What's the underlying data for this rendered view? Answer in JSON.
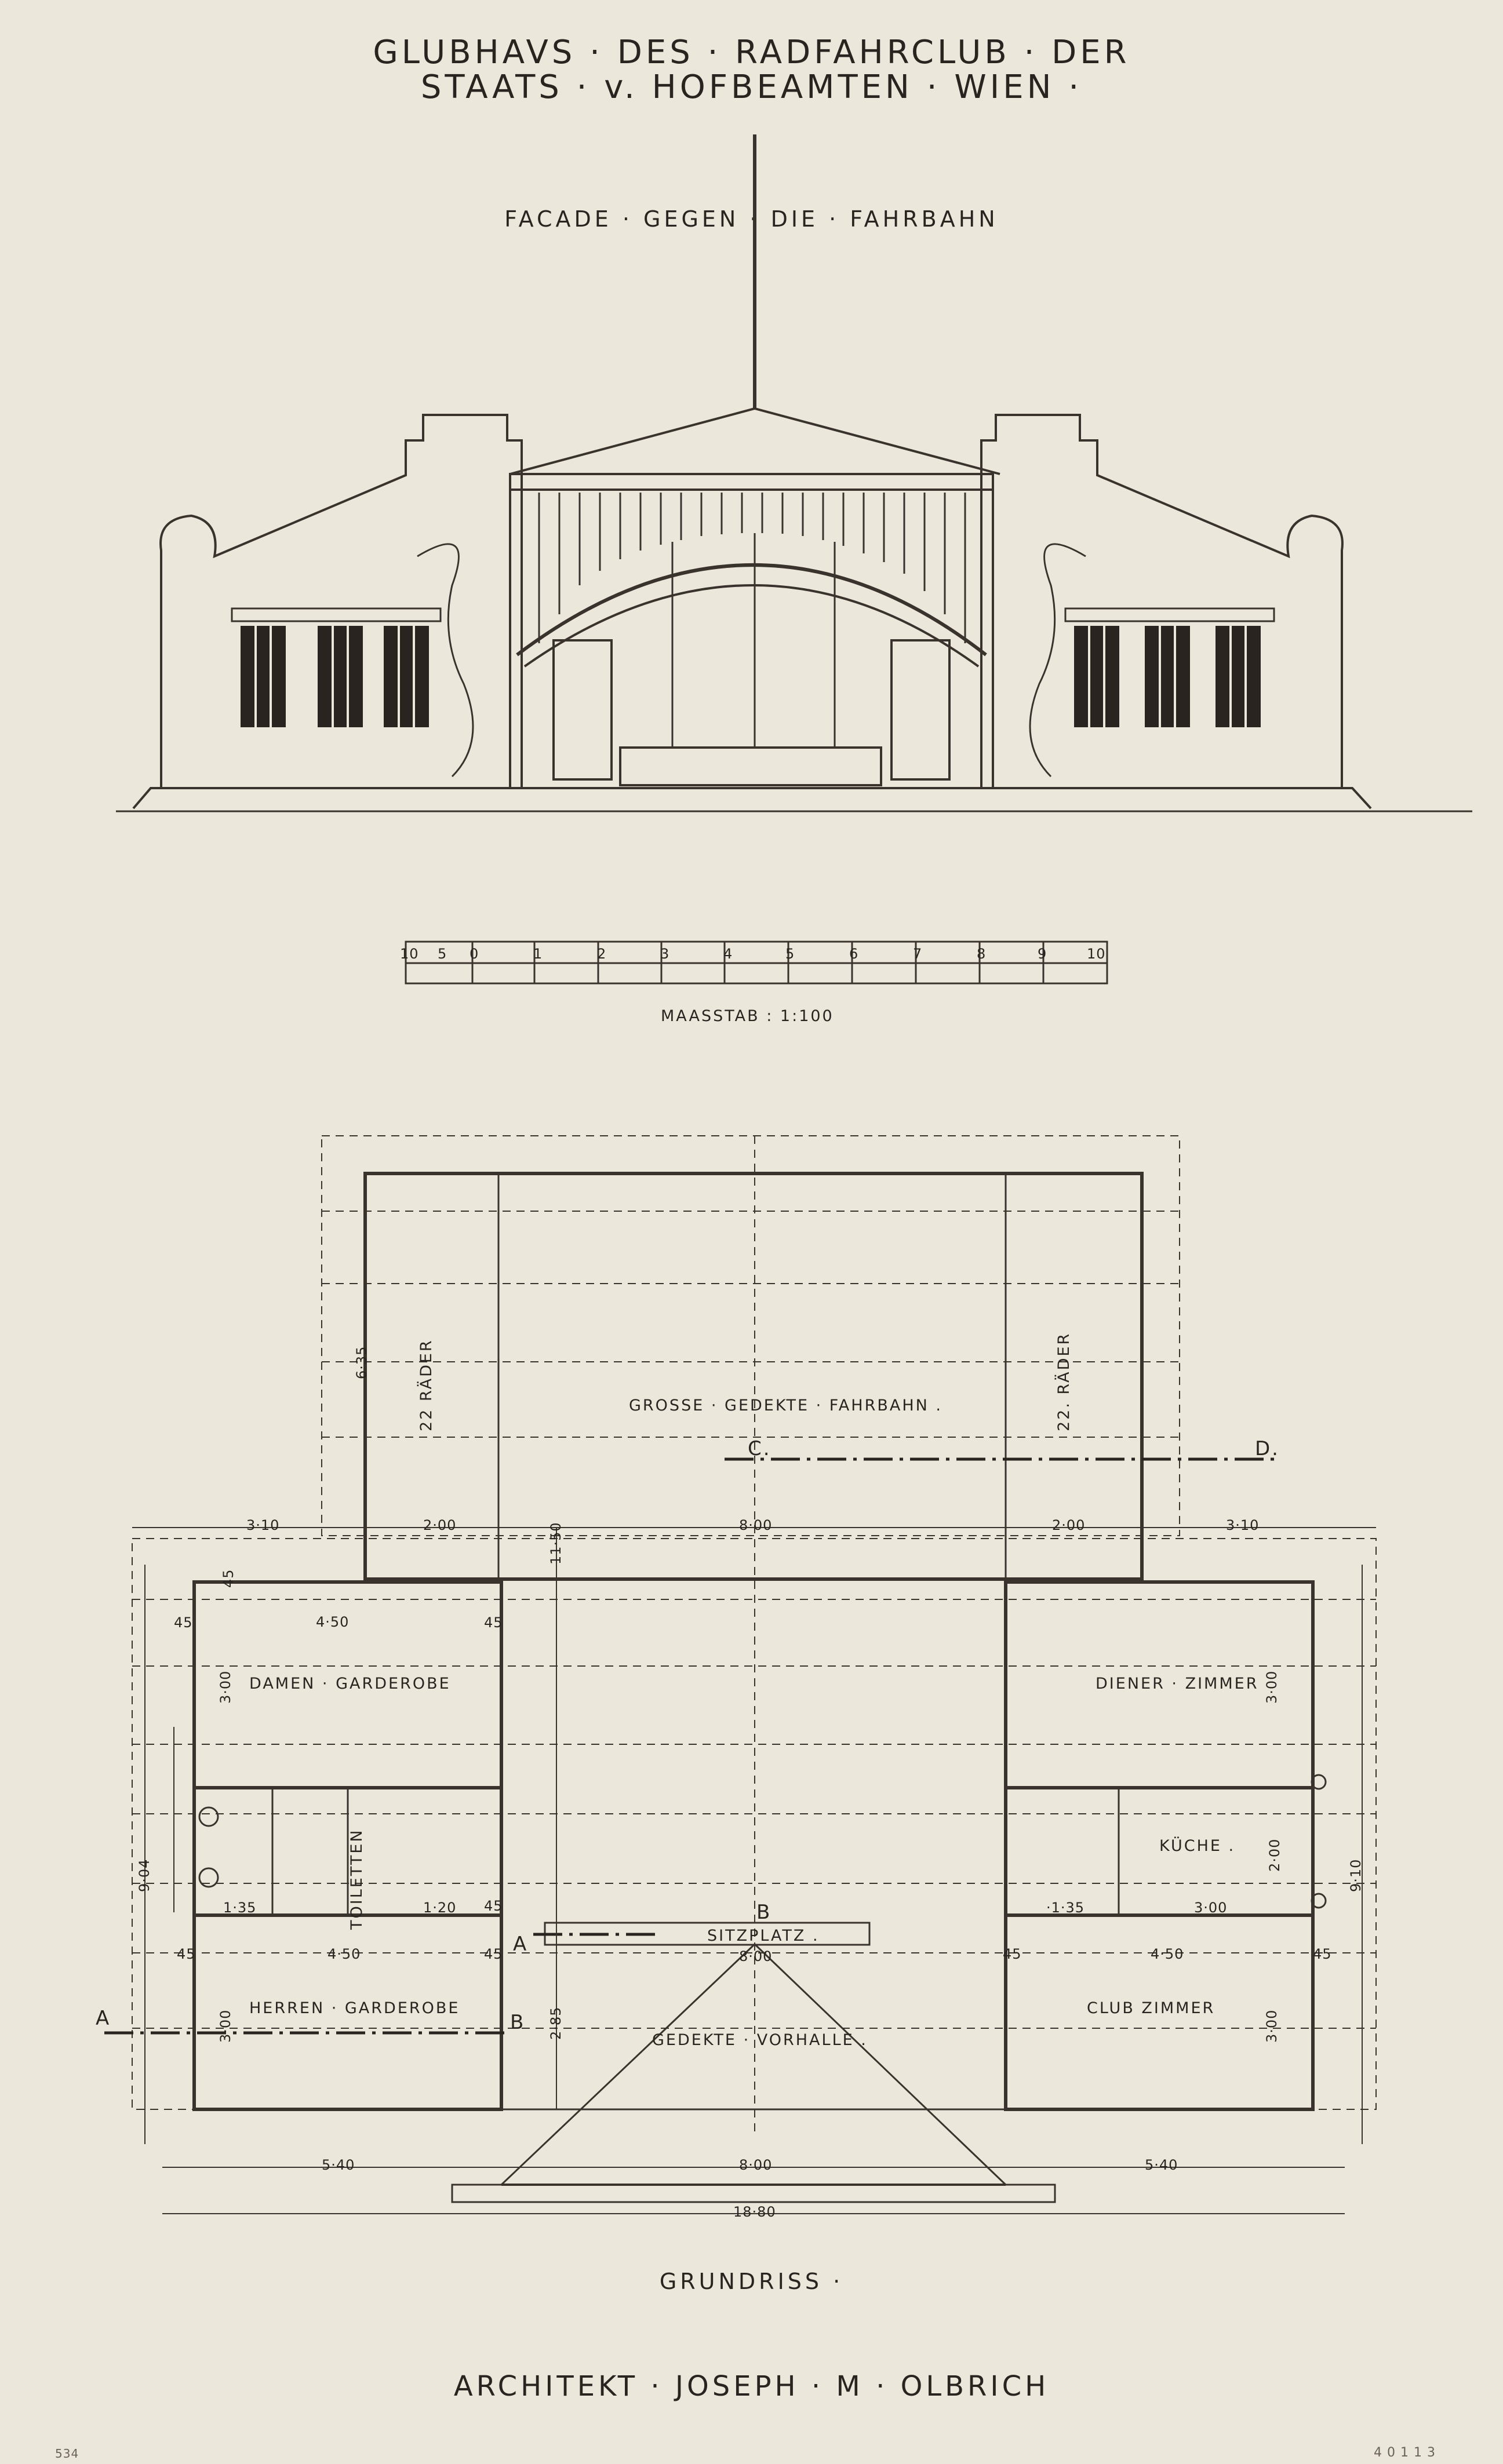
{
  "title": {
    "line1": "GLUBHAVS · DES · RADFAHRCLUB · DER",
    "line2": "STAATS · v. HOFBEAMTEN · WIEN ·"
  },
  "elevation": {
    "heading": "FACADE · GEGEN · DIE · FAHRBAHN"
  },
  "scale": {
    "ticks": [
      "10",
      "5",
      "0",
      "1",
      "2",
      "3",
      "4",
      "5",
      "6",
      "7",
      "8",
      "9",
      "10"
    ],
    "caption": "MAASSTAB : 1:100"
  },
  "plan": {
    "rooms": {
      "track": "GROSSE · GEDEKTE · FAHRBAHN .",
      "ladies": "DAMEN · GARDEROBE",
      "toilets": "TOILETTEN",
      "gents": "HERREN · GARDEROBE",
      "hall": "GEDEKTE · VORHALLE .",
      "seating": "SITZPLATZ .",
      "servant": "DIENER · ZIMMER",
      "kitchen": "KÜCHE .",
      "club": "CLUB ZIMMER"
    },
    "bikes_left": "22 RÄDER",
    "bikes_right": "22. RÄDER",
    "sections": {
      "a": "A",
      "b": "B",
      "c": "C.",
      "d": "D."
    },
    "dims": {
      "d_310_l": "3·10",
      "d_200_l": "2·00",
      "d_800_top": "8·00",
      "d_200_r": "2·00",
      "d_310_r": "3·10",
      "d_635": "6·35",
      "d_1150": "11·50",
      "d_285": "2·85",
      "d_45a": "45",
      "d_45b": "45",
      "d_45c": "45",
      "d_45d": "45",
      "d_45e": "45",
      "d_45f": "45",
      "d_45g": "45",
      "d_45h": "45",
      "d_450_l1": "4·50",
      "d_450_l2": "4·50",
      "d_450_r": "4·50",
      "d_300_l1": "3·00",
      "d_300_l2": "3·00",
      "d_300_r1": "3·00",
      "d_300_r2": "3·00",
      "d_300_r3": "3·00",
      "d_135_l": "1·35",
      "d_120": "1·20",
      "d_135_r": "·1·35",
      "d_200_k": "2·00",
      "d_904": "9·04",
      "d_910": "9·10",
      "d_800_seat": "8·00",
      "d_540_l": "5·40",
      "d_800_bot": "8·00",
      "d_540_r": "5·40",
      "d_1880": "18·80"
    },
    "caption": "GRUNDRISS ·"
  },
  "architect": "ARCHITEKT · JOSEPH · M · OLBRICH",
  "margin_note_left": "534",
  "margin_note_right": "4 0 1 1 3"
}
